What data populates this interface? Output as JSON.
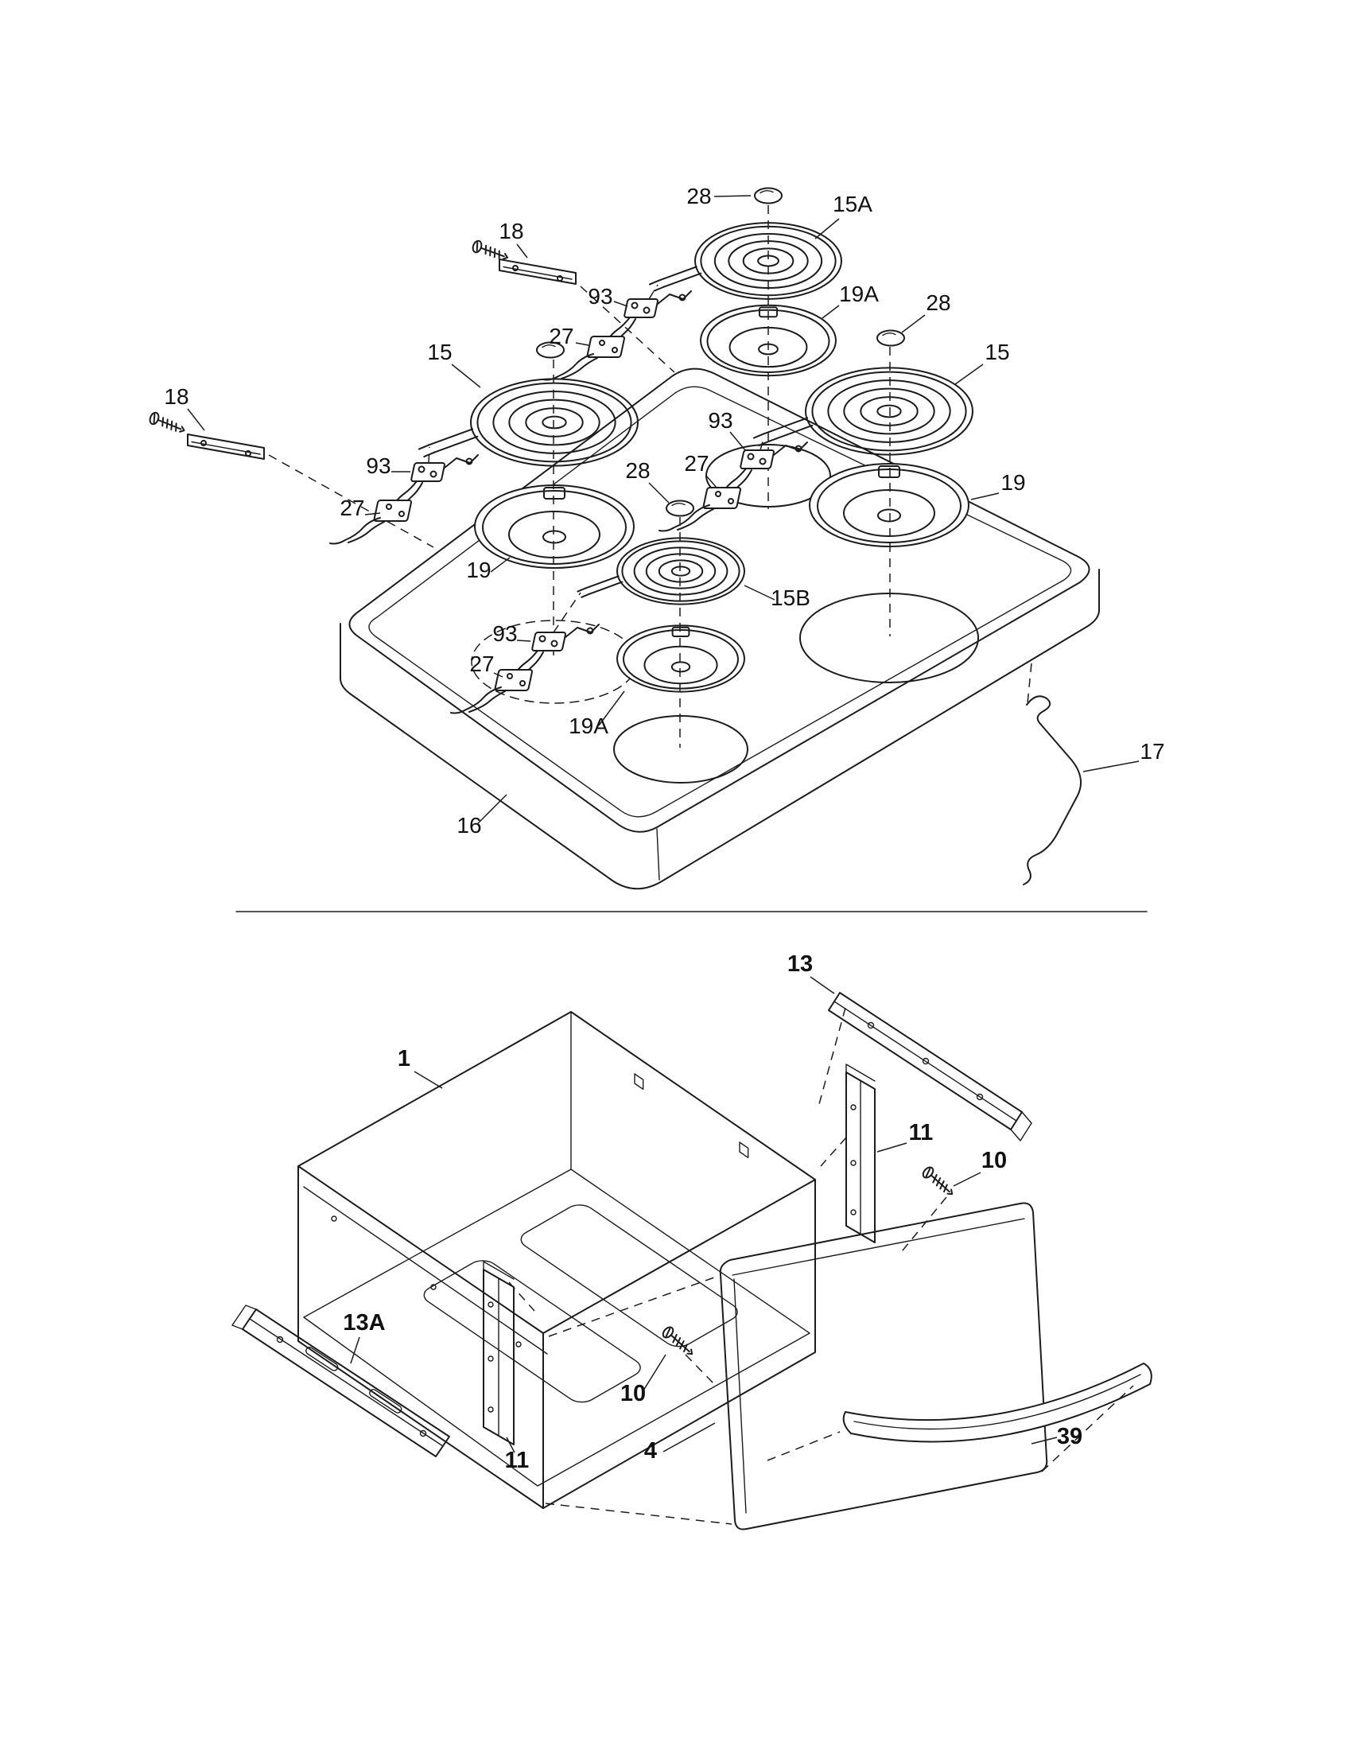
{
  "page": {
    "background": "#ffffff",
    "line_color": "#1c1c1c",
    "text_color": "#111111"
  },
  "diagram": {
    "callouts": [
      {
        "id": "cap-28-top",
        "label": "28"
      },
      {
        "id": "coil-element-15a",
        "label": "15A"
      },
      {
        "id": "bracket-18-upper",
        "label": "18"
      },
      {
        "id": "terminal-93-upper",
        "label": "93"
      },
      {
        "id": "drip-bowl-19a-upper",
        "label": "19A"
      },
      {
        "id": "cap-28-right",
        "label": "28"
      },
      {
        "id": "receptacle-27-upper",
        "label": "27"
      },
      {
        "id": "coil-element-15-left",
        "label": "15"
      },
      {
        "id": "coil-element-15-right",
        "label": "15"
      },
      {
        "id": "bracket-18-left",
        "label": "18"
      },
      {
        "id": "terminal-93-mid",
        "label": "93"
      },
      {
        "id": "receptacle-27-mid",
        "label": "27"
      },
      {
        "id": "cap-28-mid",
        "label": "28"
      },
      {
        "id": "terminal-93-left",
        "label": "93"
      },
      {
        "id": "receptacle-27-left",
        "label": "27"
      },
      {
        "id": "drip-bowl-19-right",
        "label": "19"
      },
      {
        "id": "drip-bowl-19-left",
        "label": "19"
      },
      {
        "id": "coil-element-15b",
        "label": "15B"
      },
      {
        "id": "terminal-93-bottom",
        "label": "93"
      },
      {
        "id": "receptacle-27-bottom",
        "label": "27"
      },
      {
        "id": "drip-bowl-19a-lower",
        "label": "19A"
      },
      {
        "id": "main-top-16",
        "label": "16"
      },
      {
        "id": "wire-17",
        "label": "17"
      },
      {
        "id": "slide-rail-13",
        "label": "13"
      },
      {
        "id": "drawer-body-1",
        "label": "1"
      },
      {
        "id": "bracket-11-right",
        "label": "11"
      },
      {
        "id": "screw-10-right",
        "label": "10"
      },
      {
        "id": "slide-rail-13a",
        "label": "13A"
      },
      {
        "id": "screw-10-left",
        "label": "10"
      },
      {
        "id": "bracket-11-front",
        "label": "11"
      },
      {
        "id": "drawer-front-4",
        "label": "4"
      },
      {
        "id": "handle-39",
        "label": "39"
      }
    ]
  }
}
